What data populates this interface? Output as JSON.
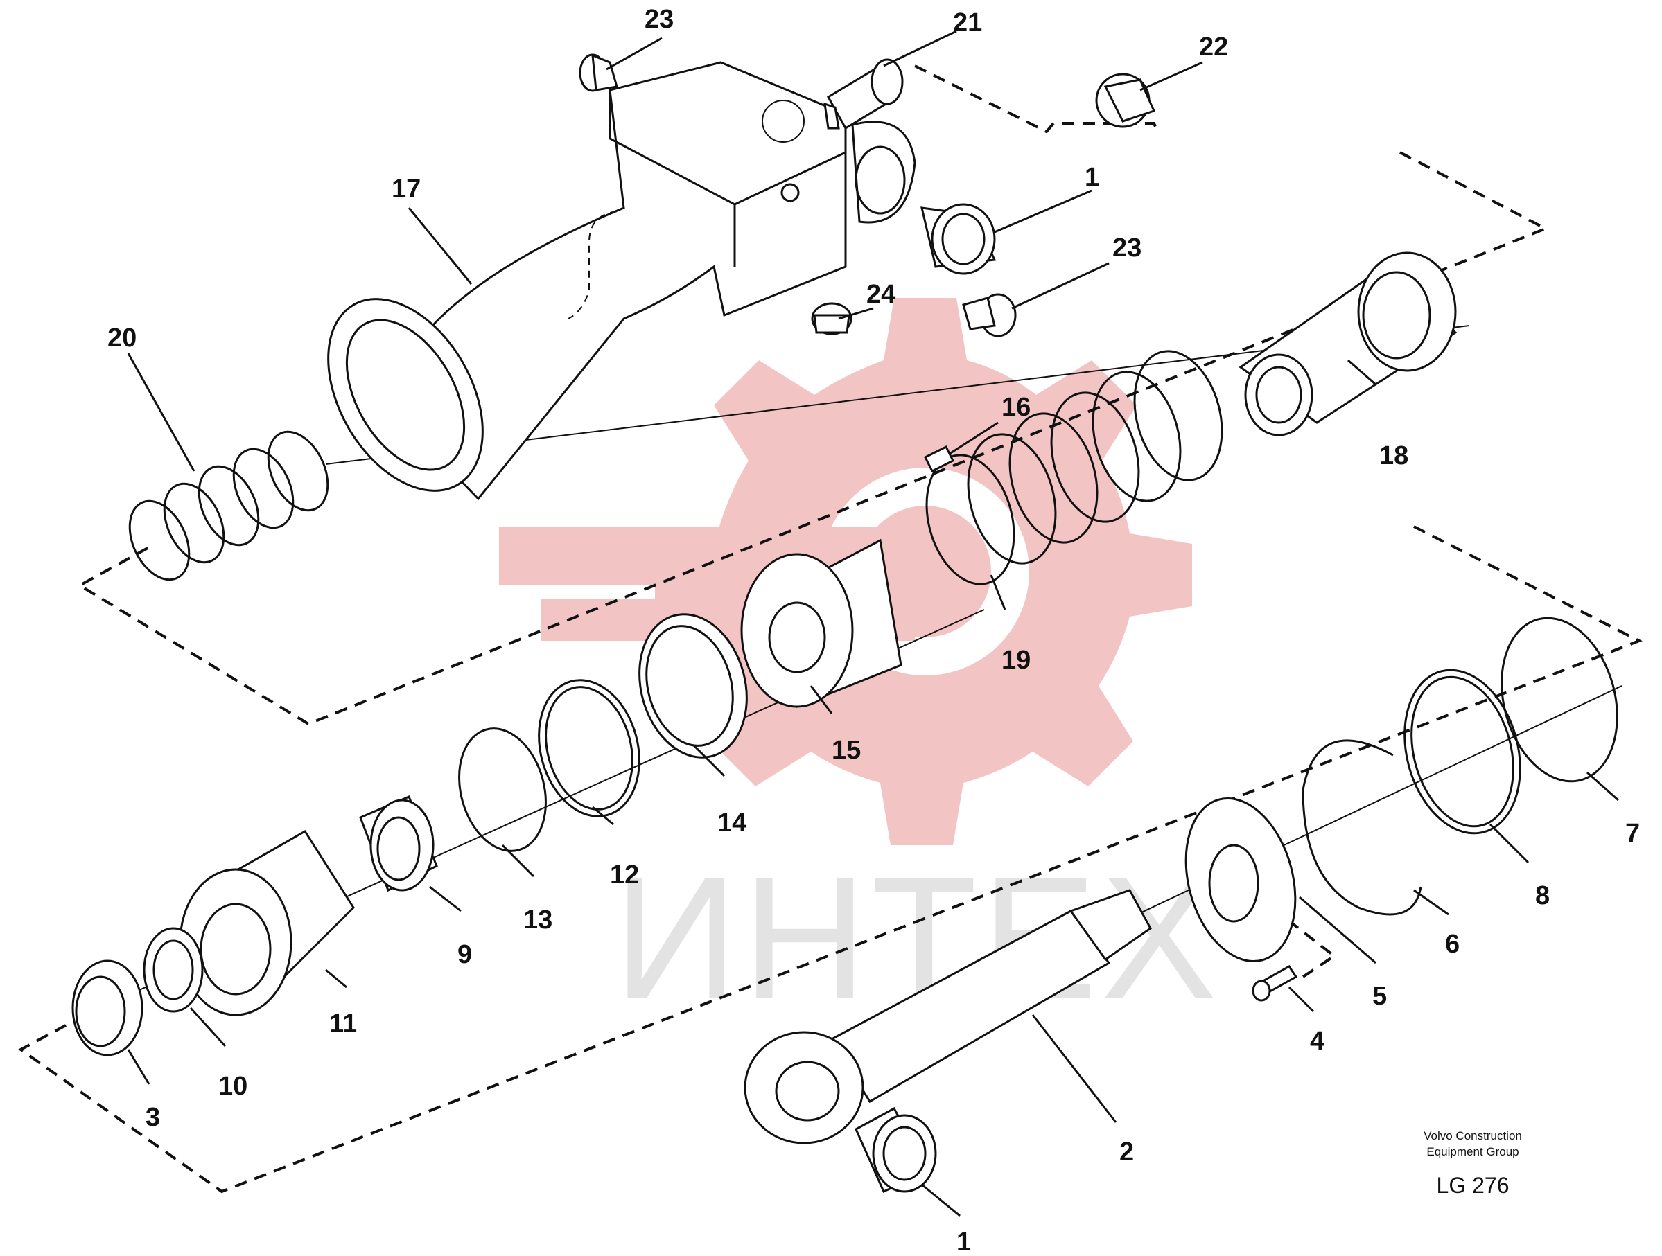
{
  "watermark": {
    "text": "ИНТЕХ",
    "logo_color": "#f2c4c4",
    "text_color": "#e3e3e3"
  },
  "callouts": {
    "p1a": "1",
    "p1b": "1",
    "p2": "2",
    "p3": "3",
    "p4": "4",
    "p5": "5",
    "p6": "6",
    "p7": "7",
    "p8": "8",
    "p9": "9",
    "p10": "10",
    "p11": "11",
    "p12": "12",
    "p13": "13",
    "p14": "14",
    "p15": "15",
    "p16": "16",
    "p17": "17",
    "p18": "18",
    "p19": "19",
    "p20": "20",
    "p21": "21",
    "p22": "22",
    "p23a": "23",
    "p23b": "23",
    "p24": "24"
  },
  "credit": {
    "line1": "Volvo Construction",
    "line2": "Equipment Group",
    "code": "LG 276"
  }
}
